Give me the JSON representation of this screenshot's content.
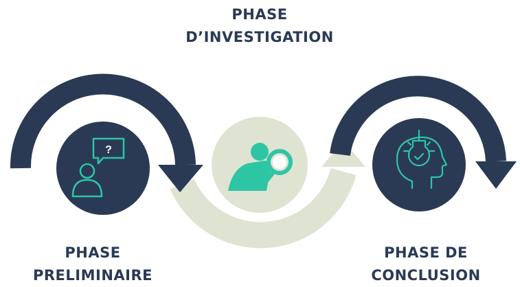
{
  "phases": {
    "investigation": {
      "line1": "PHASE",
      "line2": "D’INVESTIGATION"
    },
    "preliminary": {
      "line1": "PHASE",
      "line2": "PRELIMINAIRE"
    },
    "conclusion": {
      "line1": "PHASE DE",
      "line2": "CONCLUSION"
    }
  },
  "icons": {
    "preliminary": "person-question-icon",
    "investigation": "magnifying-glass-person-icon",
    "conclusion": "head-lightbulb-icon"
  },
  "question_mark": "?",
  "colors": {
    "navy": "#2a3a55",
    "sage": "#dfe3d2",
    "teal": "#2ec5a5",
    "white": "#ffffff"
  }
}
